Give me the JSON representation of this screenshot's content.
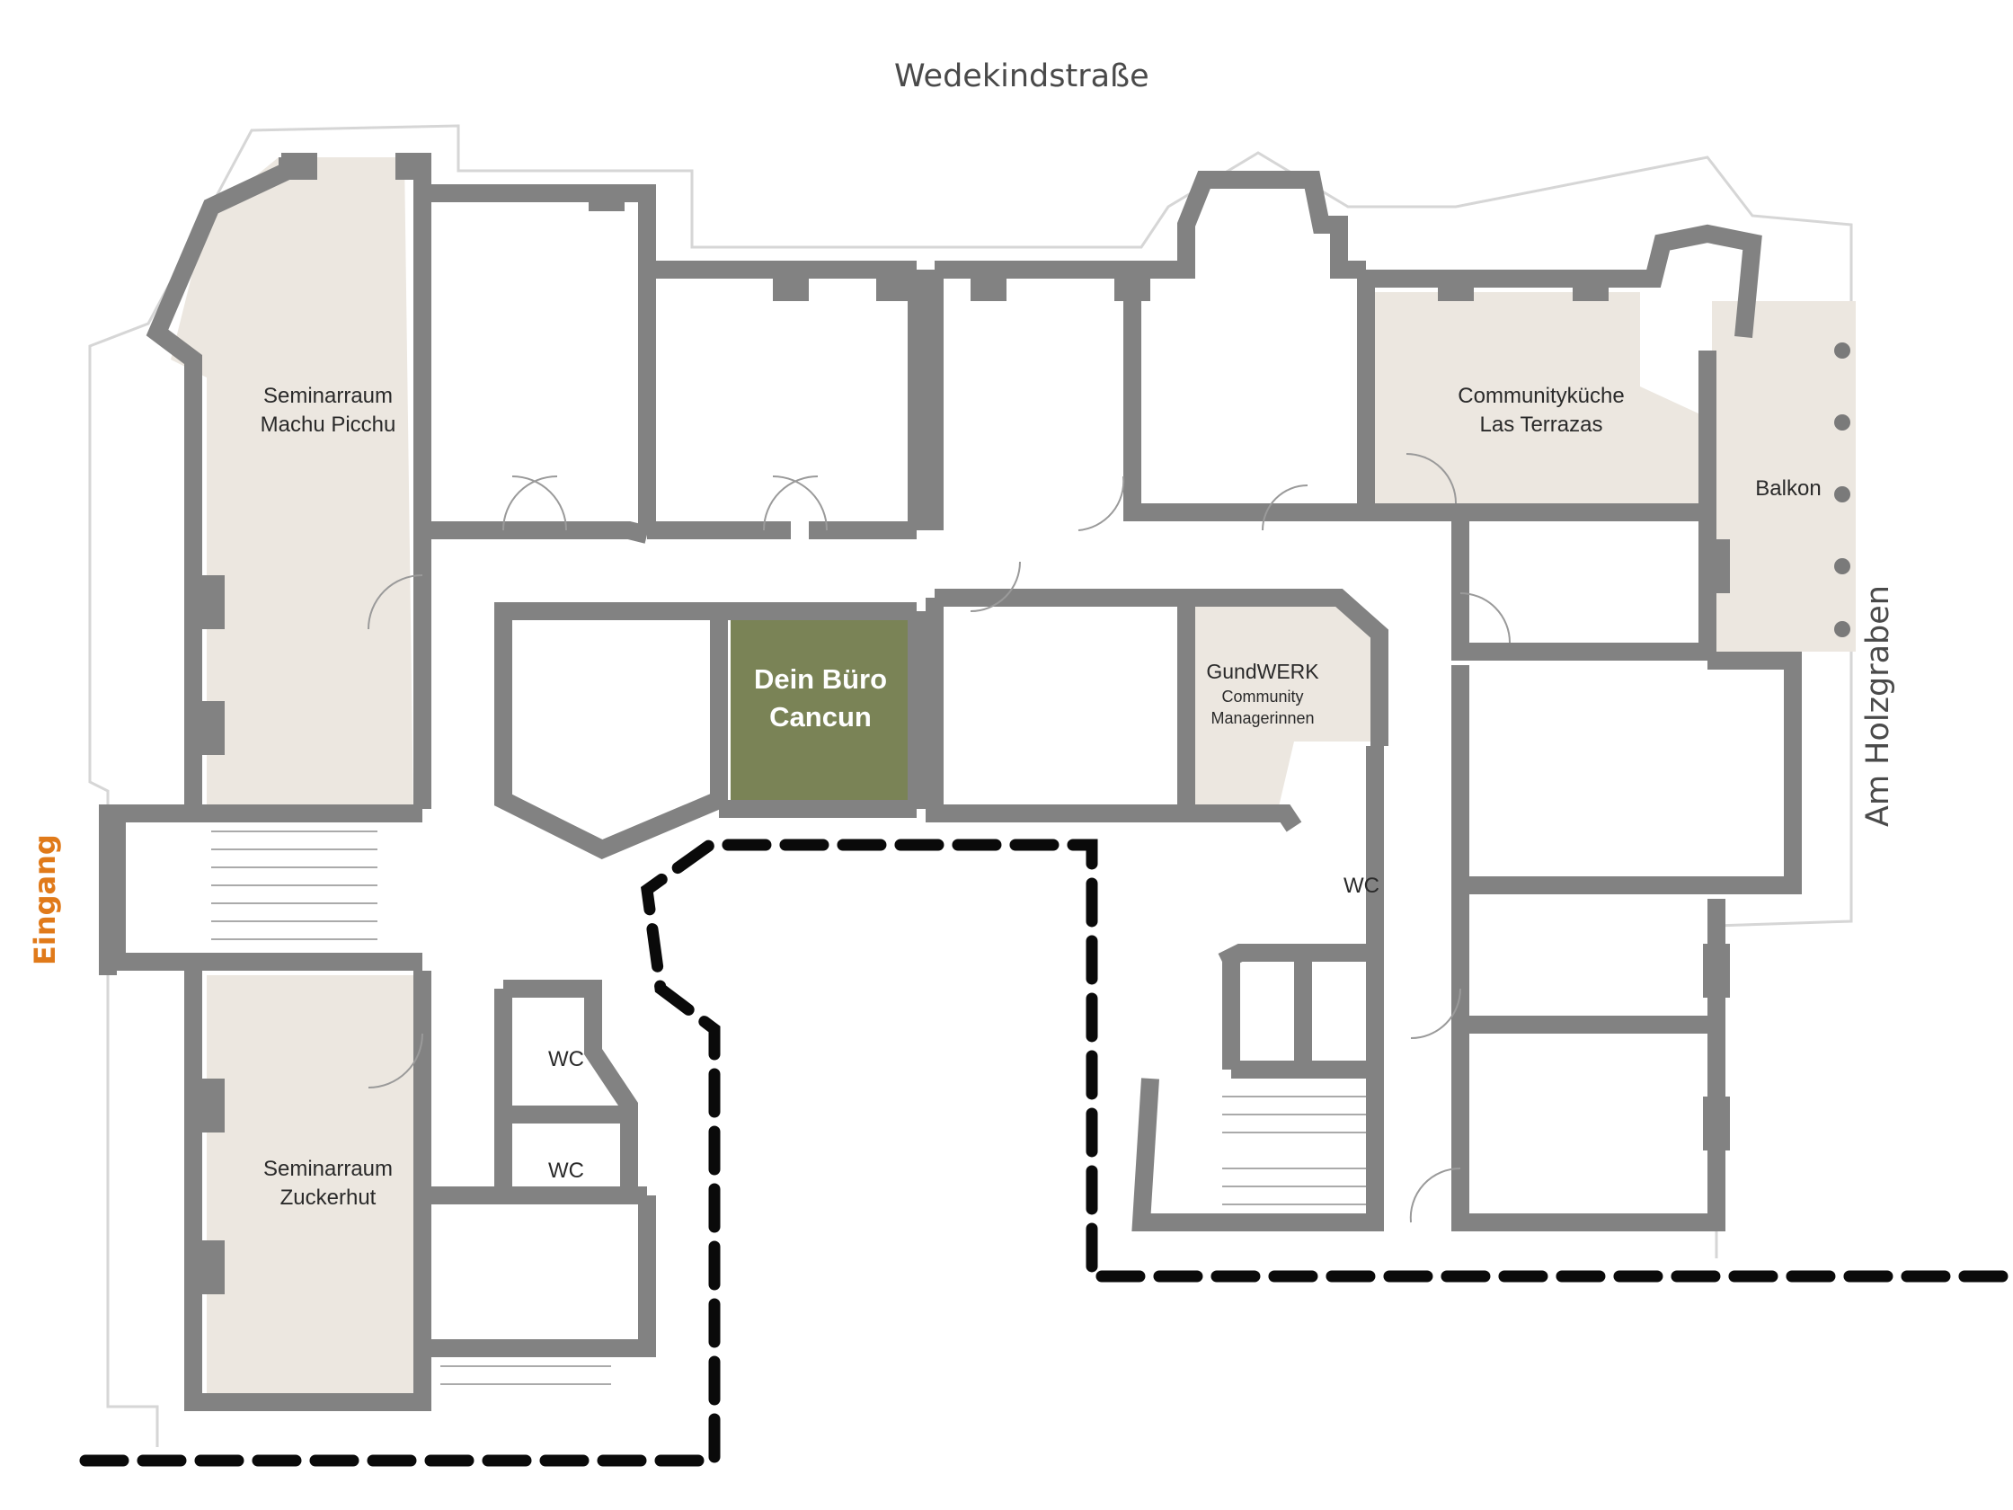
{
  "streets": {
    "top": "Wedekindstraße",
    "right": "Am Holzgraben"
  },
  "entrance": "Eingang",
  "rooms": {
    "machu_picchu": [
      "Seminarraum",
      "Machu Picchu"
    ],
    "zuckerhut": [
      "Seminarraum",
      "Zuckerhut"
    ],
    "cancun": [
      "Dein Büro",
      "Cancun"
    ],
    "las_terrazas": [
      "Communityküche",
      "Las Terrazas"
    ],
    "balkon": "Balkon",
    "gundwerk": [
      "GundWERK",
      "Community",
      "Managerinnen"
    ],
    "wc_1": "WC",
    "wc_2": "WC",
    "wc_3": "WC"
  },
  "colors": {
    "wall": "#828282",
    "common_room": "#ece7e0",
    "highlight_office": "#7a8356",
    "entrance_text": "#e07a1a",
    "boundary": "#0a0a0a"
  }
}
